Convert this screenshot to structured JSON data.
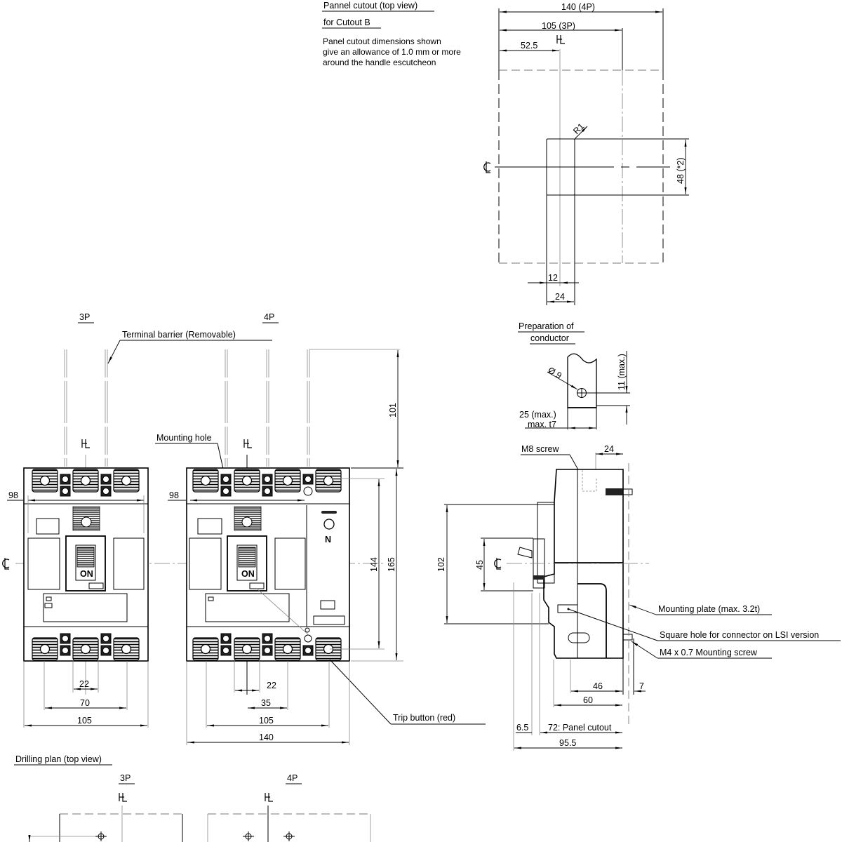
{
  "cutout": {
    "title": "Pannel cutout (top view)",
    "subtitle": "for Cutout B",
    "note_lines": [
      "Panel cutout dimensions shown",
      "give an allowance of 1.0 mm or more",
      "around the handle escutcheon"
    ],
    "dims": {
      "w4p": "140 (4P)",
      "w3p": "105 (3P)",
      "half": "52.5",
      "radius": "R1",
      "height": "48 (*2)",
      "w12": "12",
      "w24": "24"
    },
    "hl_symbol": "HL",
    "cl_symbol": "CL"
  },
  "conductor": {
    "title_lines": [
      "Preparation of",
      "conductor"
    ],
    "hole": "Ø 9",
    "edge": "11 (max.)",
    "width_lines": [
      "25 (max.)",
      "max. t7"
    ]
  },
  "front": {
    "label_3p": "3P",
    "label_4p": "4P",
    "terminal_barrier": "Terminal barrier (Removable)",
    "mounting_hole": "Mounting hole",
    "trip_button": "Trip button (red)",
    "neutral_mark": "N",
    "handle_text": "ON",
    "dims_3p": {
      "w98": "98",
      "p22": "22",
      "p70": "70",
      "w105": "105"
    },
    "dims_4p": {
      "w98": "98",
      "p22": "22",
      "p35": "35",
      "w105": "105",
      "w140": "140"
    },
    "dims_v": {
      "d101": "101",
      "d144": "144",
      "d165": "165"
    },
    "hl_symbol": "HL",
    "cl_symbol": "CL"
  },
  "side": {
    "m8_screw": "M8 screw",
    "mounting_plate": "Mounting plate (max. 3.2t)",
    "square_hole": "Square hole for connector on LSI version",
    "m4_screw": "M4 x 0.7  Mounting screw",
    "dims": {
      "d24": "24",
      "d102": "102",
      "d45": "45",
      "d46": "46",
      "d7": "7",
      "d60": "60",
      "d6_5": "6.5",
      "d72": "72: Panel cutout",
      "d95_5": "95.5"
    },
    "cl_symbol": "CL"
  },
  "drilling": {
    "title": "Drilling plan (top view)",
    "label_3p": "3P",
    "label_4p": "4P",
    "hl_symbol": "HL"
  }
}
